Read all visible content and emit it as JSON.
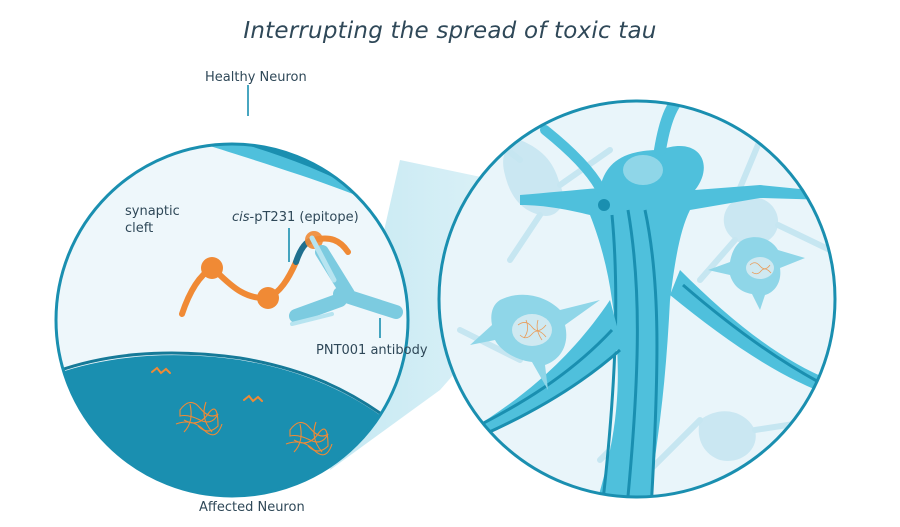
{
  "title": "Interrupting the spread of toxic tau",
  "labels": {
    "healthy_neuron": "Healthy Neuron",
    "synaptic": "synaptic",
    "cleft": "cleft",
    "epitope_prefix": "cis",
    "epitope_rest": "-pT231 (epitope)",
    "antibody": "PNT001 antibody",
    "affected_neuron": "Affected Neuron"
  },
  "colors": {
    "teal_dark": "#1a8fb0",
    "teal_mid": "#4fc0dc",
    "teal_light": "#8fd6e8",
    "background_pale": "#eef7fb",
    "orange": "#f08a35",
    "text": "#2f4858"
  }
}
